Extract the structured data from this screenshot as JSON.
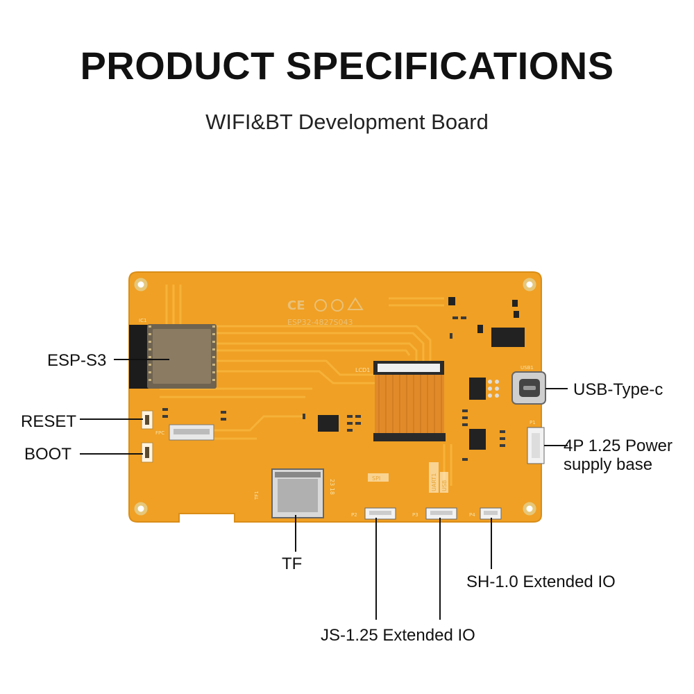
{
  "header": {
    "title": "PRODUCT SPECIFICATIONS",
    "subtitle": "WIFI&BT Development Board"
  },
  "board": {
    "model": "ESP32-4827S043",
    "silkscreen": {
      "ic1": "IC1",
      "lcd": "LCD1",
      "usb": "USB1",
      "spi": "SPI",
      "uart": "UART1",
      "usb_tab": "USB",
      "p1": "P1",
      "p2": "P2",
      "p3": "P3",
      "p4": "P4",
      "fpc": "FPC",
      "tf": "TF1",
      "date": "23 18"
    },
    "colors": {
      "pcb": "#f0a024",
      "trace": "#f7b53c",
      "ribbon": "#e08a2a",
      "module": "#8a7b62",
      "chip": "#222222"
    }
  },
  "callouts": {
    "esp": "ESP-S3",
    "reset": "RESET",
    "boot": "BOOT",
    "usb_c": "USB-Type-c",
    "power_line1": "4P 1.25 Power",
    "power_line2": "supply base",
    "tf": "TF",
    "sh": "SH-1.0 Extended IO",
    "js": "JS-1.25 Extended IO"
  }
}
